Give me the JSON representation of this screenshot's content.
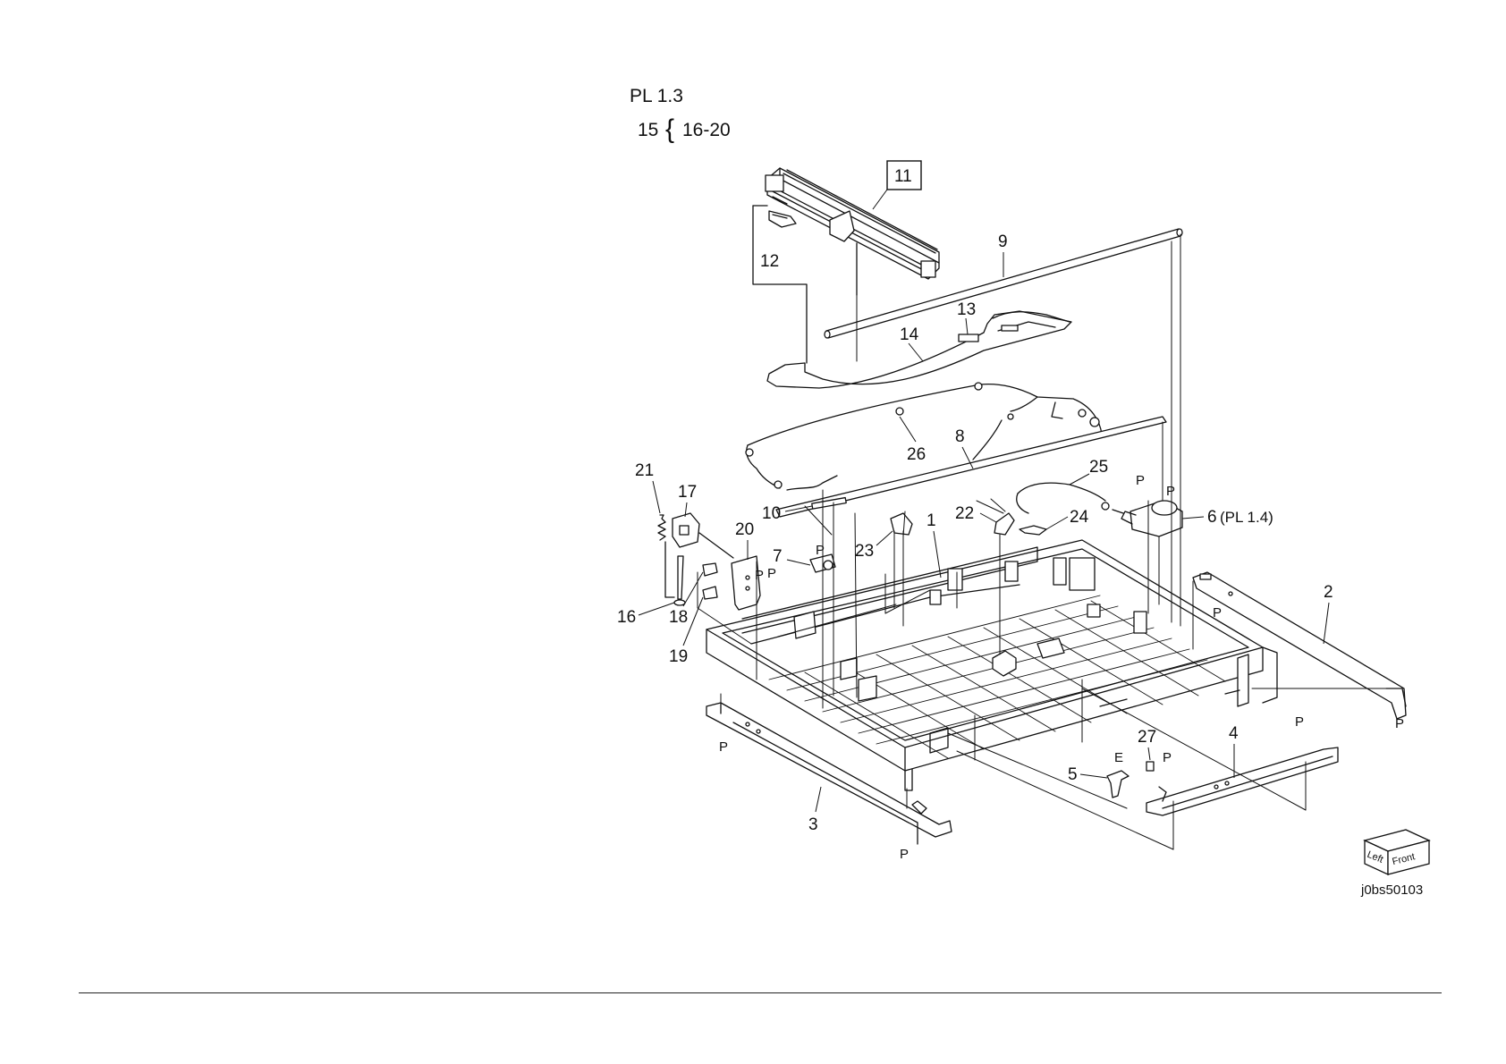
{
  "diagram": {
    "plate_ref": "PL 1.3",
    "kit_note": {
      "parent": "15",
      "brace": "{",
      "range": "16-20"
    },
    "figure_id": "j0bs50103",
    "orientation_cube": {
      "left_face": "Left",
      "right_face": "Front"
    },
    "callouts": {
      "c1": "1",
      "c2": "2",
      "c3": "3",
      "c4": "4",
      "c5": "5",
      "c6": "6",
      "c6_ref": "(PL 1.4)",
      "c7": "7",
      "c8": "8",
      "c9": "9",
      "c10": "10",
      "c11": "11",
      "c12": "12",
      "c13": "13",
      "c14": "14",
      "c16": "16",
      "c17": "17",
      "c18": "18",
      "c19": "19",
      "c20": "20",
      "c21": "21",
      "c22": "22",
      "c23": "23",
      "c24": "24",
      "c25": "25",
      "c26": "26",
      "c27": "27"
    },
    "point_marker": "P",
    "e_marker": "E"
  }
}
